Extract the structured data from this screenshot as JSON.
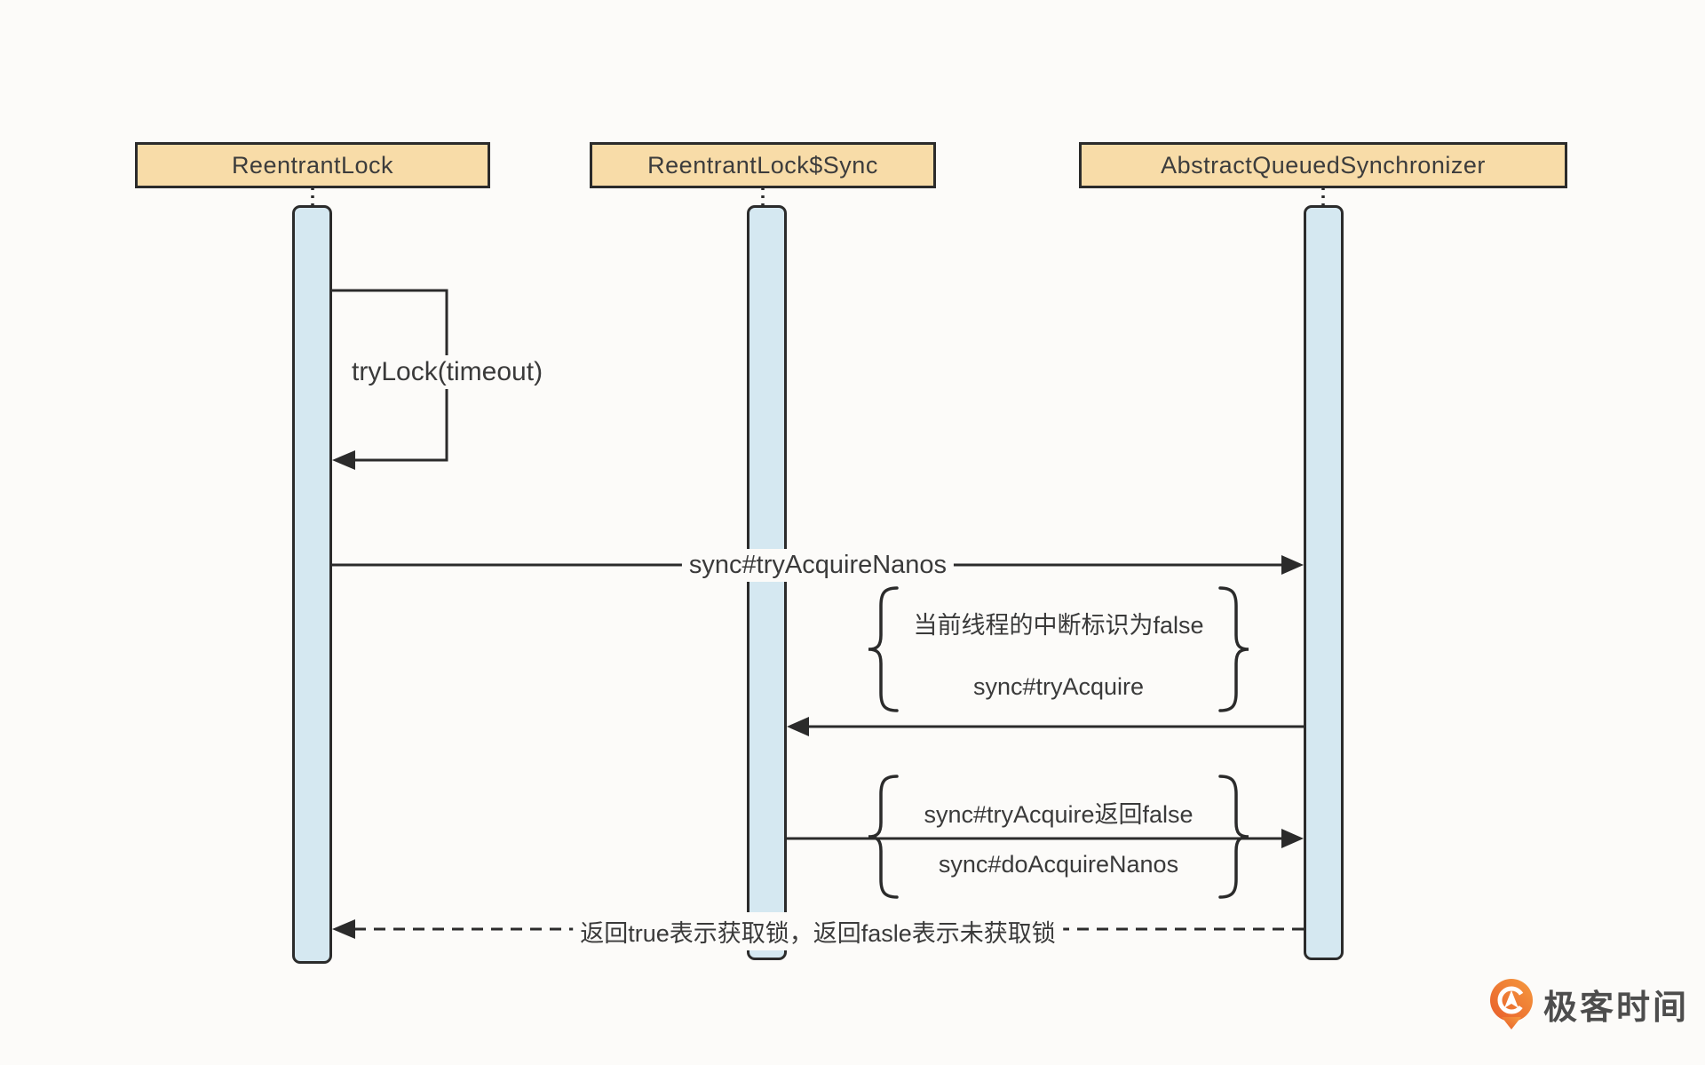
{
  "lifelines": [
    {
      "label": "ReentrantLock"
    },
    {
      "label": "ReentrantLock$Sync"
    },
    {
      "label": "AbstractQueuedSynchronizer"
    }
  ],
  "messages": {
    "self_call": "tryLock(timeout)",
    "try_acquire_nanos": "sync#tryAcquireNanos",
    "note_interrupt": {
      "line1": "当前线程的中断标识为false",
      "line2": "sync#tryAcquire"
    },
    "note_do_acquire": {
      "line1": "sync#tryAcquire返回false",
      "line2": "sync#doAcquireNanos"
    },
    "return_result": "返回true表示获取锁，返回fasle表示未获取锁"
  },
  "watermark": {
    "brand": "极客时间"
  },
  "colors": {
    "background": "#FCFBF9",
    "header_fill": "#F8DCA8",
    "activation_fill": "#D5E8F1",
    "stroke": "#2B2B2B",
    "text": "#3A3A3A",
    "brand_orange": "#F0752B"
  }
}
